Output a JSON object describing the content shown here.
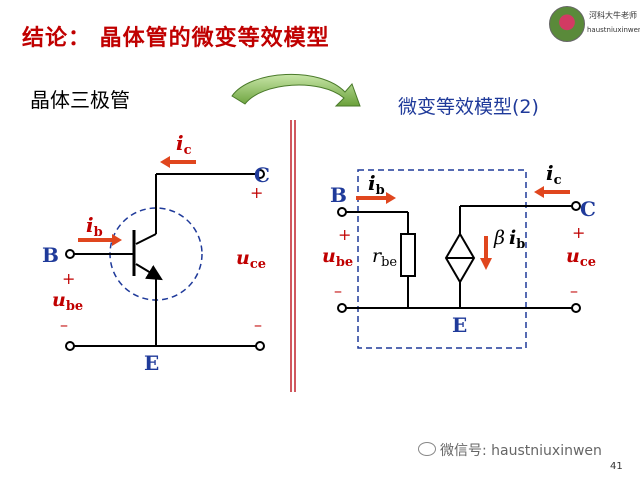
{
  "header": {
    "title": "结论：   晶体管的微变等效模型"
  },
  "logo": {
    "name": "河科大牛老师",
    "handle": "haustniuxinwen"
  },
  "left_panel": {
    "title": "晶体三极管",
    "labels": {
      "ic_i": "i",
      "ic_sub": "c",
      "C": "C",
      "plus_c": "+",
      "ib_i": "i",
      "ib_sub": "b",
      "B": "B",
      "plus_b": "+",
      "ube_u": "u",
      "ube_sub": "be",
      "minus_b": "–",
      "uce_u": "u",
      "uce_sub": "ce",
      "minus_c": "–",
      "E": "E"
    }
  },
  "right_panel": {
    "title": "微变等效模型(2)",
    "labels": {
      "B": "B",
      "ib_i": "i",
      "ib_sub": "b",
      "ic_i": "i",
      "ic_sub": "c",
      "C": "C",
      "plus_b": "+",
      "ube_u": "u",
      "ube_sub": "be",
      "minus_b": "–",
      "rbe_r": "r",
      "rbe_sub": "be",
      "beta": "β",
      "src_i": "i",
      "src_sub": "b",
      "plus_c": "+",
      "uce_u": "u",
      "uce_sub": "ce",
      "minus_c": "–",
      "E": "E"
    }
  },
  "footer": {
    "watermark": "微信号: haustniuxinwen",
    "page_number": "41"
  },
  "colors": {
    "title_red": "#c00000",
    "label_blue": "#1f3a9a",
    "label_red": "#c00000",
    "arrow_orange": "#e0461e",
    "dashed_blue": "#1f3a9a",
    "divider_red": "#c0202a",
    "arrow_green": "#7ab648"
  }
}
